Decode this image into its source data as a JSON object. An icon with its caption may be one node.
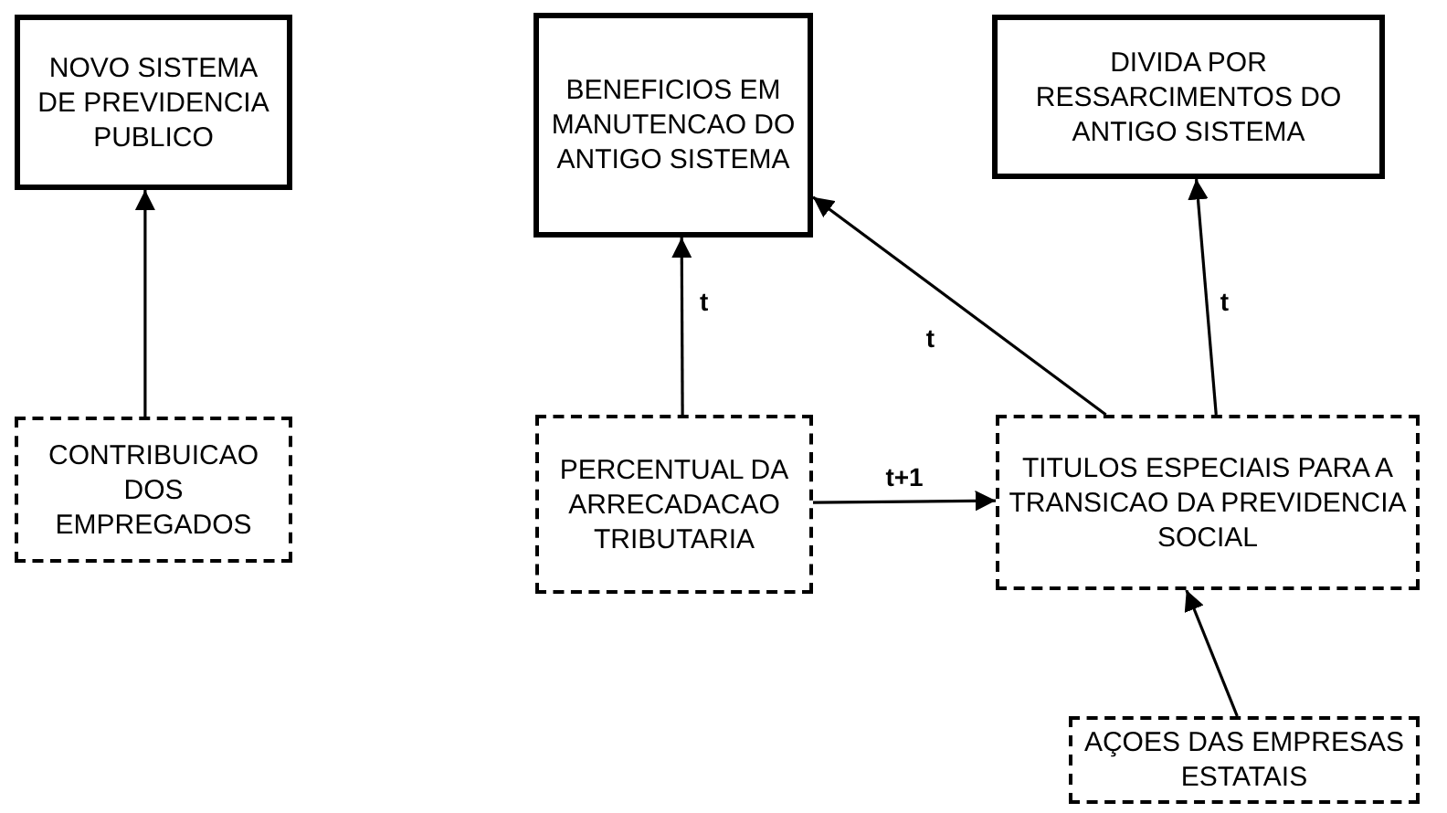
{
  "diagram": {
    "nodes": [
      {
        "text": [
          "NOVO SISTEMA DE PREVIDENCIA PUBLICO"
        ]
      },
      {
        "text": [
          "BENEFICIOS EM MANUTENCAO DO ANTIGO SISTEMA"
        ]
      },
      {
        "text": [
          "DIVIDA POR RESSARCIMENTOS DO ANTIGO SISTEMA"
        ]
      },
      {
        "text": [
          "CONTRIBUICAO DOS EMPREGADOS"
        ]
      },
      {
        "text": [
          "PERCENTUAL DA ARRECADACAO TRIBUTARIA"
        ]
      },
      {
        "text": [
          "TITULOS ESPECIAIS PARA A TRANSICAO DA PREVIDENCIA SOCIAL"
        ]
      },
      {
        "text": [
          "AÇOES DAS EMPRESAS ESTATAIS"
        ]
      }
    ],
    "edges": [
      {
        "from": 3,
        "to": 0,
        "arrow": "to"
      },
      {
        "from": 4,
        "to": 1,
        "arrow": "to",
        "label": "t"
      },
      {
        "from": 5,
        "to": 1,
        "arrow": "to",
        "label": "t"
      },
      {
        "from": 5,
        "to": 2,
        "arrow": "to",
        "label": "t"
      },
      {
        "from": 4,
        "to": 5,
        "arrow": "to",
        "label": "t+1"
      },
      {
        "from": 6,
        "to": 5,
        "arrow": "to"
      }
    ]
  }
}
